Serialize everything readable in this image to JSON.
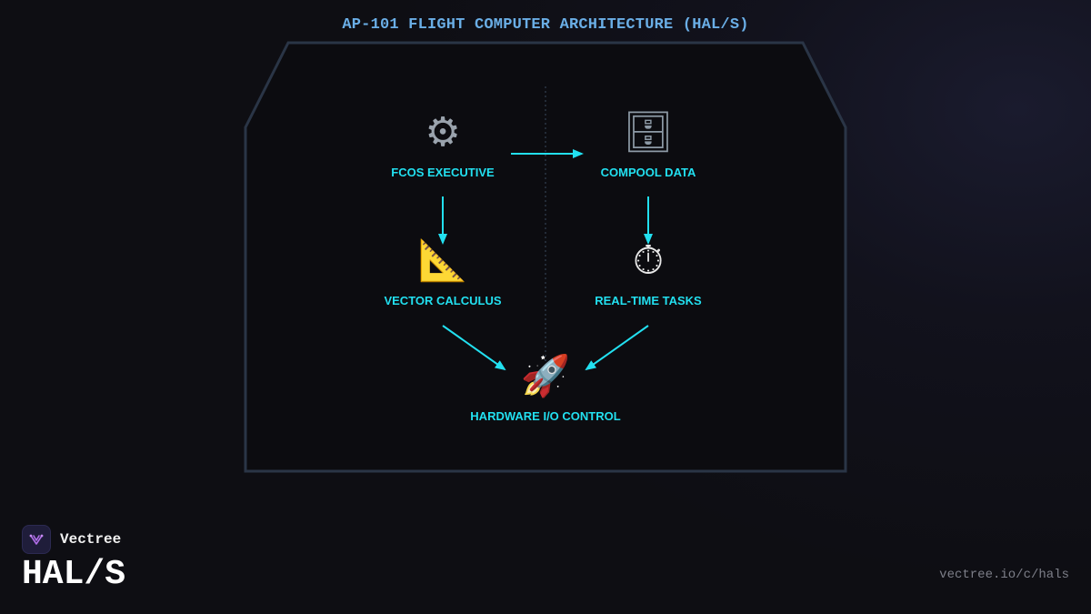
{
  "diagram": {
    "title": "AP-101 FLIGHT COMPUTER ARCHITECTURE (HAL/S)",
    "nodes": [
      {
        "label": "FCOS EXECUTIVE",
        "icon": "gear-icon",
        "glyph": "⚙"
      },
      {
        "label": "COMPOOL DATA",
        "icon": "file-cabinet-icon",
        "glyph": "🗄"
      },
      {
        "label": "VECTOR CALCULUS",
        "icon": "triangular-ruler-icon",
        "glyph": "📐"
      },
      {
        "label": "REAL-TIME TASKS",
        "icon": "stopwatch-icon",
        "glyph": "⏱"
      },
      {
        "label": "HARDWARE I/O CONTROL",
        "icon": "rocket-icon",
        "glyph": "🚀"
      }
    ],
    "edges": [
      {
        "from": "FCOS EXECUTIVE",
        "to": "COMPOOL DATA"
      },
      {
        "from": "FCOS EXECUTIVE",
        "to": "VECTOR CALCULUS"
      },
      {
        "from": "COMPOOL DATA",
        "to": "REAL-TIME TASKS"
      },
      {
        "from": "VECTOR CALCULUS",
        "to": "HARDWARE I/O CONTROL"
      },
      {
        "from": "REAL-TIME TASKS",
        "to": "HARDWARE I/O CONTROL"
      }
    ],
    "colors": {
      "accent": "#22e0f0",
      "title": "#6aaee6",
      "frame": "#2a3546"
    }
  },
  "footer": {
    "brand": "Vectree",
    "language": "HAL/S",
    "url": "vectree.io/c/hals"
  }
}
